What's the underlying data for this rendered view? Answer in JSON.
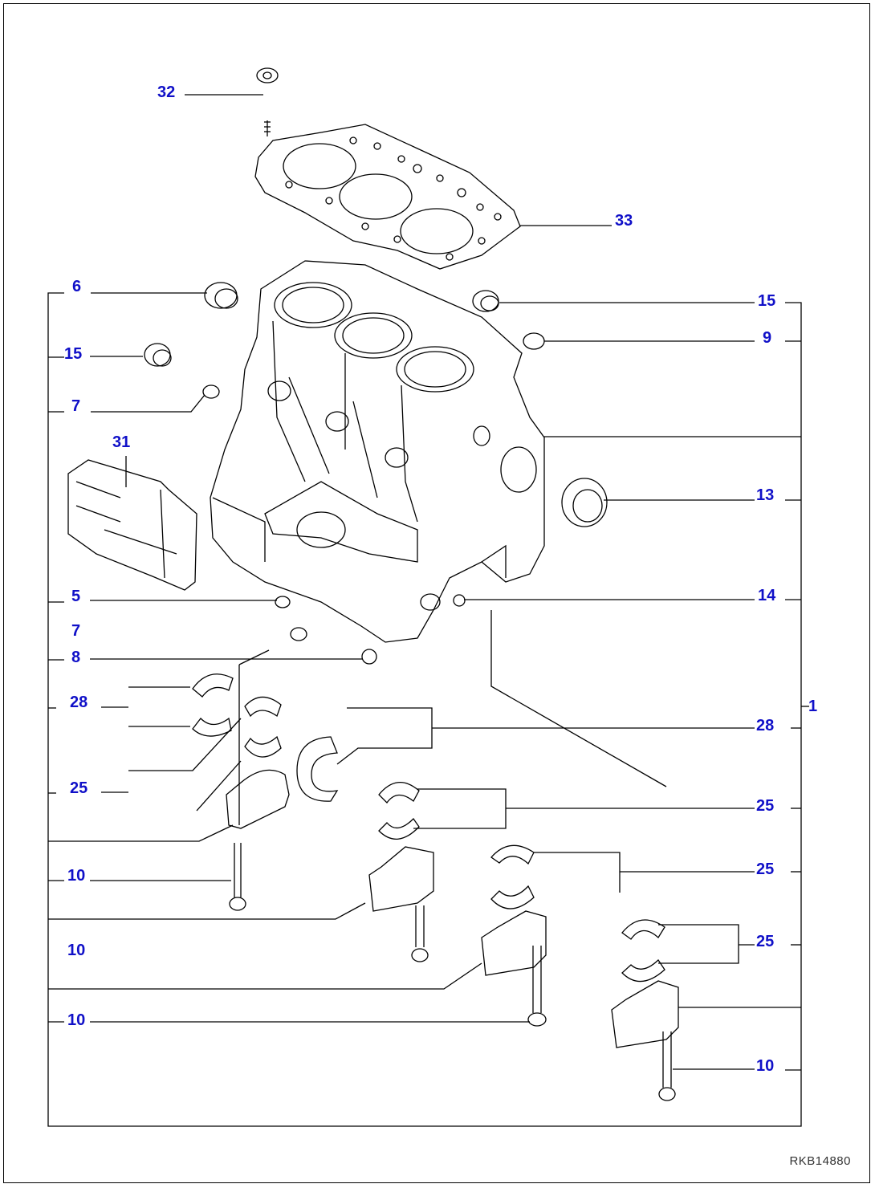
{
  "diagram": {
    "labels": {
      "l32": "32",
      "l33": "33",
      "l6": "6",
      "l15a": "15",
      "l15b": "15",
      "l9": "9",
      "l7a": "7",
      "l31": "31",
      "l13": "13",
      "l5": "5",
      "l14": "14",
      "l7b": "7",
      "l8": "8",
      "l28a": "28",
      "l1": "1",
      "l28b": "28",
      "l25a": "25",
      "l25b": "25",
      "l25c": "25",
      "l25d": "25",
      "l10a": "10",
      "l10b": "10",
      "l10c": "10",
      "l10d": "10"
    },
    "drawing_code": "RKB14880",
    "label_color": "#1010c8"
  }
}
